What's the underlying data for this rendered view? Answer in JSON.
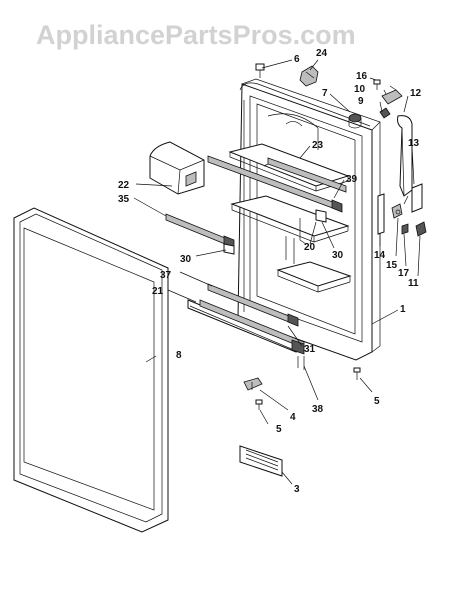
{
  "watermark": "AppliancePartsPros.com",
  "colors": {
    "line": "#111111",
    "shade": "#bdbdbd",
    "watermark": "#d2d2d2",
    "background": "#ffffff"
  },
  "callouts": {
    "c1": "1",
    "c3": "3",
    "c4": "4",
    "c5a": "5",
    "c5b": "5",
    "c6": "6",
    "c7": "7",
    "c8": "8",
    "c9": "9",
    "c10": "10",
    "c11": "11",
    "c12": "12",
    "c13": "13",
    "c14": "14",
    "c15": "15",
    "c16": "16",
    "c17": "17",
    "c20": "20",
    "c21": "21",
    "c22": "22",
    "c23": "23",
    "c24": "24",
    "c30a": "30",
    "c30b": "30",
    "c31": "31",
    "c35": "35",
    "c37": "37",
    "c38": "38",
    "c39": "39"
  }
}
